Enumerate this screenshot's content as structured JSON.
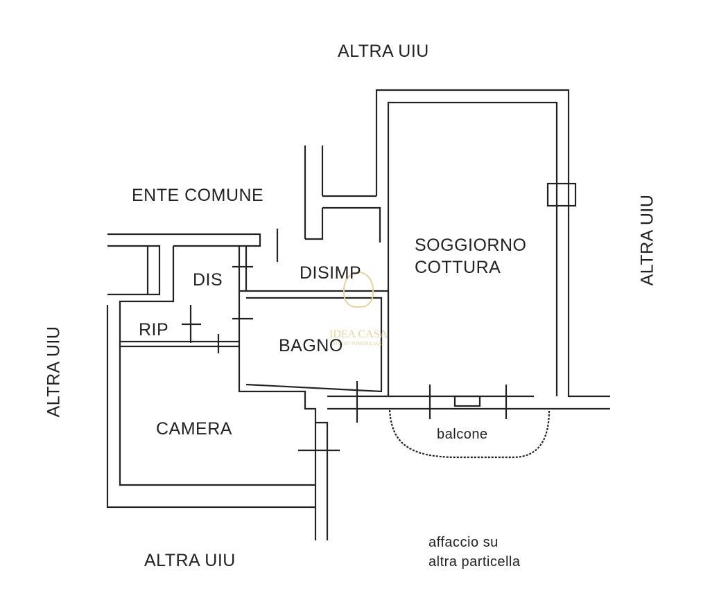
{
  "labels": {
    "altra_top": "ALTRA UIU",
    "altra_right": "ALTRA UIU",
    "altra_left": "ALTRA UIU",
    "altra_bottom": "ALTRA UIU",
    "ente_comune": "ENTE COMUNE",
    "soggiorno_1": "SOGGIORNO",
    "soggiorno_2": "COTTURA",
    "dis": "DIS",
    "disimp": "DISIMP",
    "rip": "RIP",
    "bagno": "BAGNO",
    "camera": "CAMERA",
    "balcone": "balcone",
    "affaccio_1": "affaccio su",
    "affaccio_2": "altra particella"
  },
  "watermark": {
    "name": "IDEA CASA",
    "tagline": "STUDIO IMMOBILIARE",
    "color": "#e6d39a"
  }
}
